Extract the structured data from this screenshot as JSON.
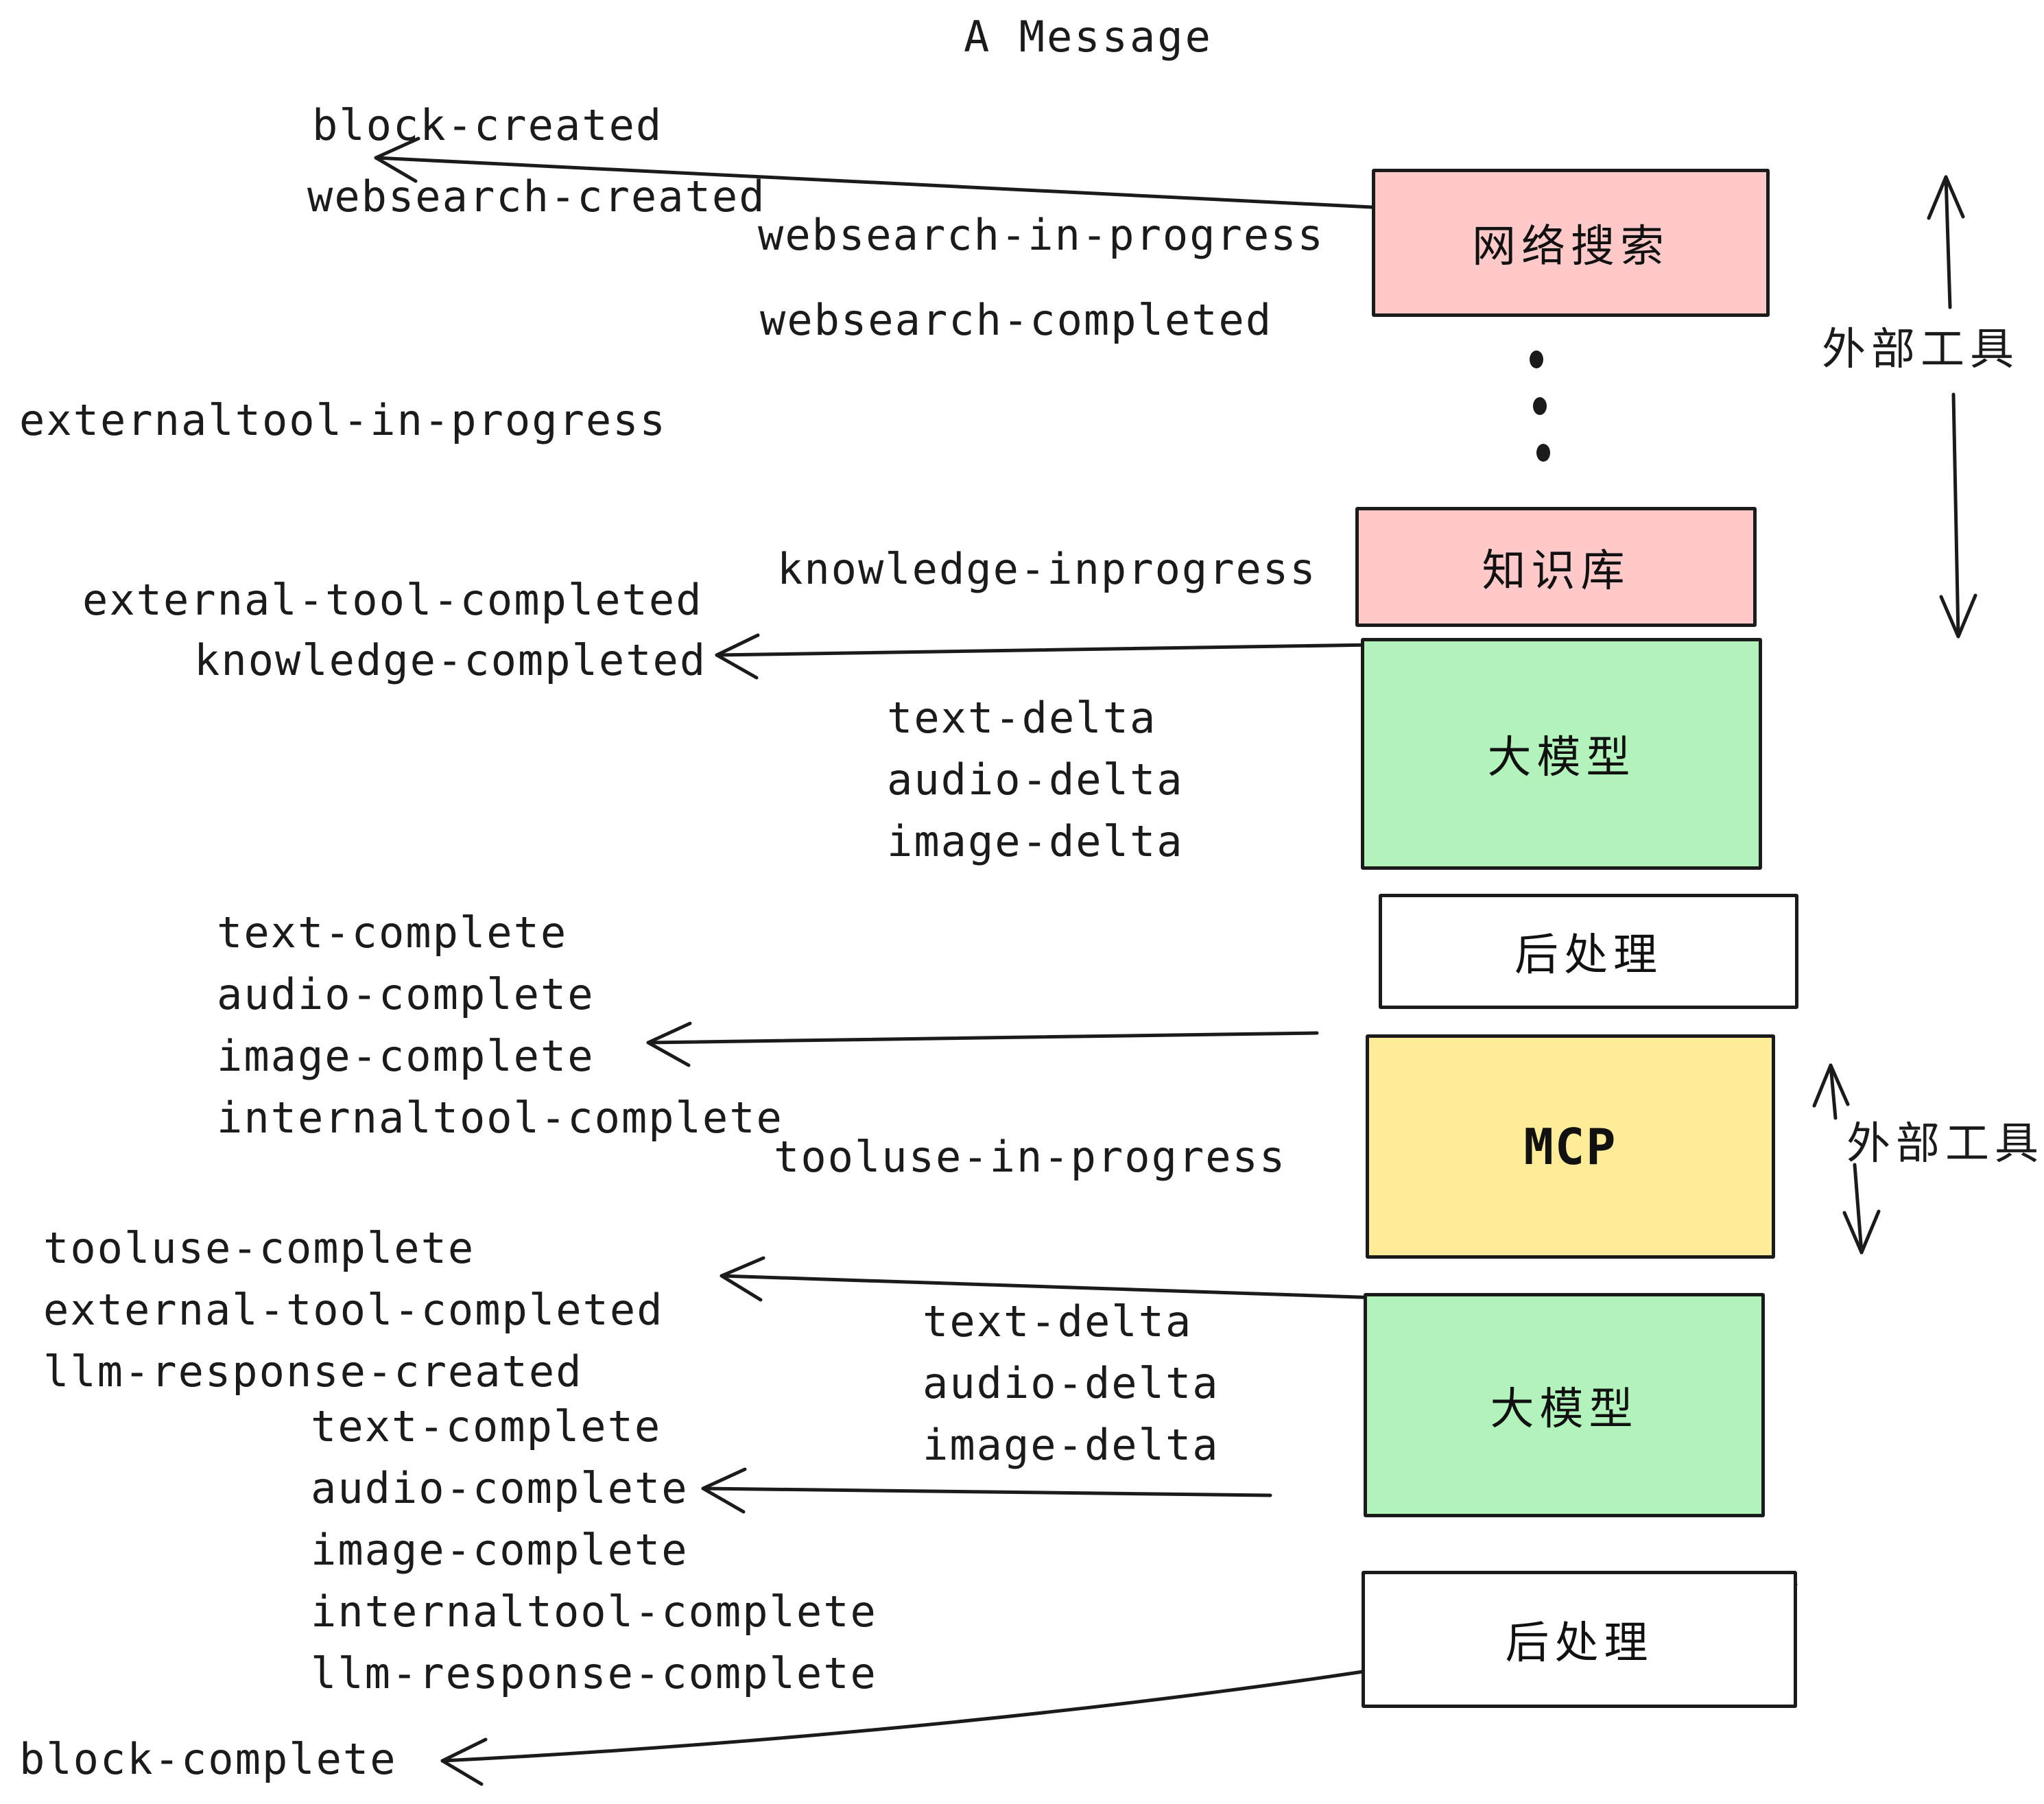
{
  "title": "A Message",
  "colors": {
    "stroke": "#1b1b1b",
    "pink_fill": "#ffc9c9",
    "green_fill": "#b2f2bb",
    "yellow_fill": "#ffec99",
    "white_fill": "#ffffff"
  },
  "boxes": {
    "websearch": {
      "label": "网络搜索",
      "fill": "#ffc9c9"
    },
    "knowledge": {
      "label": "知识库",
      "fill": "#ffc9c9"
    },
    "llm1": {
      "label": "大模型",
      "fill": "#b2f2bb"
    },
    "post1": {
      "label": "后处理",
      "fill": "#ffffff"
    },
    "mcp": {
      "label": "MCP",
      "fill": "#ffec99"
    },
    "llm2": {
      "label": "大模型",
      "fill": "#b2f2bb"
    },
    "post2": {
      "label": "后处理",
      "fill": "#ffffff"
    }
  },
  "annotations": {
    "external_tools_top": "外部工具",
    "external_tools_mid": "外部工具"
  },
  "events": [
    {
      "name": "block-created",
      "text": "block-created"
    },
    {
      "name": "websearch-created",
      "text": "websearch-created"
    },
    {
      "name": "websearch-in-progress",
      "text": "websearch-in-progress"
    },
    {
      "name": "websearch-completed",
      "text": "websearch-completed"
    },
    {
      "name": "externaltool-in-progress",
      "text": "externaltool-in-progress"
    },
    {
      "name": "knowledge-inprogress",
      "text": "knowledge-inprogress"
    },
    {
      "name": "external-tool-completed",
      "text": "external-tool-completed"
    },
    {
      "name": "knowledge-completed",
      "text": "knowledge-completed"
    },
    {
      "name": "text-delta-1",
      "text": "text-delta"
    },
    {
      "name": "audio-delta-1",
      "text": "audio-delta"
    },
    {
      "name": "image-delta-1",
      "text": "image-delta"
    },
    {
      "name": "text-complete-1",
      "text": "text-complete"
    },
    {
      "name": "audio-complete-1",
      "text": "audio-complete"
    },
    {
      "name": "image-complete-1",
      "text": "image-complete"
    },
    {
      "name": "internaltool-complete-1",
      "text": "internaltool-complete"
    },
    {
      "name": "tooluse-in-progress",
      "text": "tooluse-in-progress"
    },
    {
      "name": "tooluse-complete",
      "text": "tooluse-complete"
    },
    {
      "name": "external-tool-completed-2",
      "text": "external-tool-completed"
    },
    {
      "name": "llm-response-created",
      "text": "llm-response-created"
    },
    {
      "name": "text-complete-2",
      "text": "text-complete"
    },
    {
      "name": "text-delta-2",
      "text": "text-delta"
    },
    {
      "name": "audio-delta-2",
      "text": "audio-delta"
    },
    {
      "name": "image-delta-2",
      "text": "image-delta"
    },
    {
      "name": "audio-complete-2",
      "text": "audio-complete"
    },
    {
      "name": "image-complete-2",
      "text": "image-complete"
    },
    {
      "name": "internaltool-complete-2",
      "text": "internaltool-complete"
    },
    {
      "name": "llm-response-complete",
      "text": "llm-response-complete"
    },
    {
      "name": "block-complete",
      "text": "block-complete"
    }
  ]
}
